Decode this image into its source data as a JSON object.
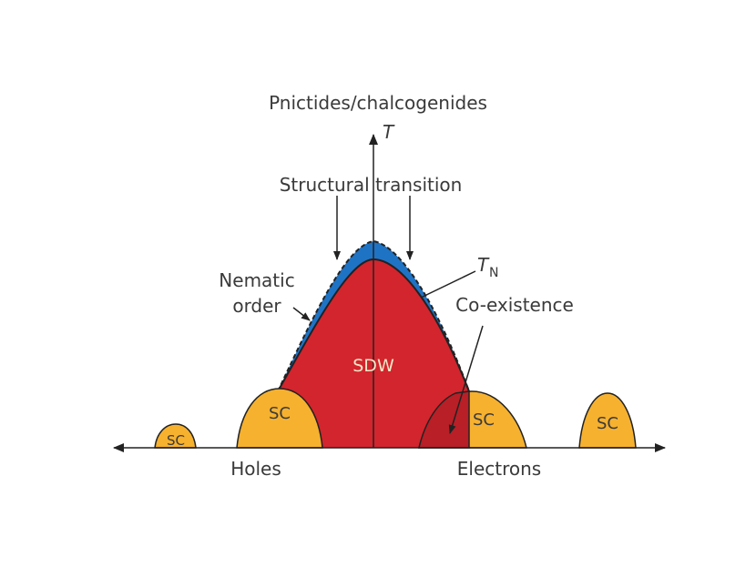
{
  "diagram": {
    "title": "Pnictides/chalcogenides",
    "t_axis": "T",
    "structural_transition": "Structural transition",
    "tn_main": "T",
    "tn_sub": "N",
    "nematic_line1": "Nematic",
    "nematic_line2": "order",
    "coexistence": "Co-existence",
    "sdw": "SDW",
    "sc": "SC",
    "holes": "Holes",
    "electrons": "Electrons"
  },
  "colors": {
    "sdw": "#d3252d",
    "coexistence": "#b81f27",
    "nematic": "#1f73c4",
    "sc": "#f6b12f",
    "sdw_label": "#f6e7c8",
    "ink": "#222222"
  }
}
